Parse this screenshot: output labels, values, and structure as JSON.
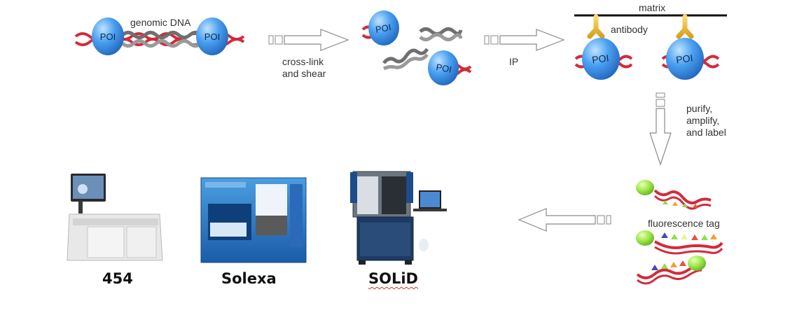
{
  "diagram": {
    "protein_label": "POI",
    "labels": {
      "genomic_dna": "genomic DNA",
      "crosslink_line1": "cross-link",
      "crosslink_line2": "and shear",
      "ip": "IP",
      "matrix": "matrix",
      "antibody": "antibody",
      "purify_line1": "purify,",
      "purify_line2": "amplify,",
      "purify_line3": "and label",
      "fluorescence_tag": "fluorescence tag"
    },
    "machines": [
      {
        "name": "454"
      },
      {
        "name": "Solexa"
      },
      {
        "name": "SOLiD"
      }
    ],
    "colors": {
      "protein": "#3a8ee8",
      "dna_red": "#d42a3a",
      "dna_gray": "#7a7a7a",
      "antibody": "#f0c040",
      "tag_green": "#8ee04a",
      "arrow_outline": "#8a8a8a"
    }
  }
}
